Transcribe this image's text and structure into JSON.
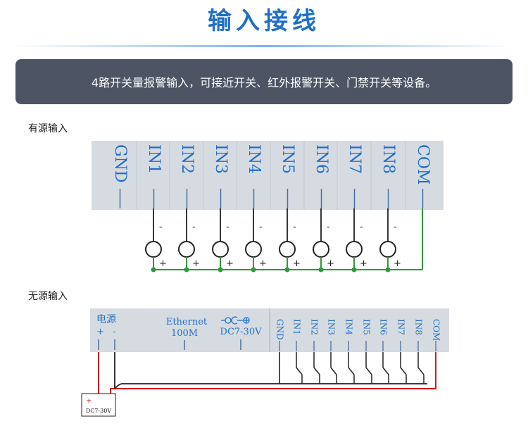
{
  "header": {
    "title": "输入接线"
  },
  "banner": {
    "text": "4路开关量报警输入，可接近开关、红外报警开关、门禁开关等设备。"
  },
  "sections": {
    "active": {
      "label": "有源输入"
    },
    "passive": {
      "label": "无源输入"
    }
  },
  "terminals": [
    "GND",
    "IN1",
    "IN2",
    "IN3",
    "IN4",
    "IN5",
    "IN6",
    "IN7",
    "IN8",
    "COM"
  ],
  "polarity": {
    "minus": "-",
    "plus": "+"
  },
  "passive_block": {
    "power_label": "电源",
    "power_plus": "+",
    "power_minus": "-",
    "ethernet_label": "Ethernet",
    "ethernet_speed": "100M",
    "dc_label": "DC7-30V",
    "supply_plus": "+",
    "supply_label": "DC7-30V"
  },
  "colors": {
    "title": "#1f6fc9",
    "banner": "#4d5464",
    "panel": "#d6dbe1",
    "green_wire": "#2e9a3a",
    "red_wire": "#d21a1a"
  }
}
